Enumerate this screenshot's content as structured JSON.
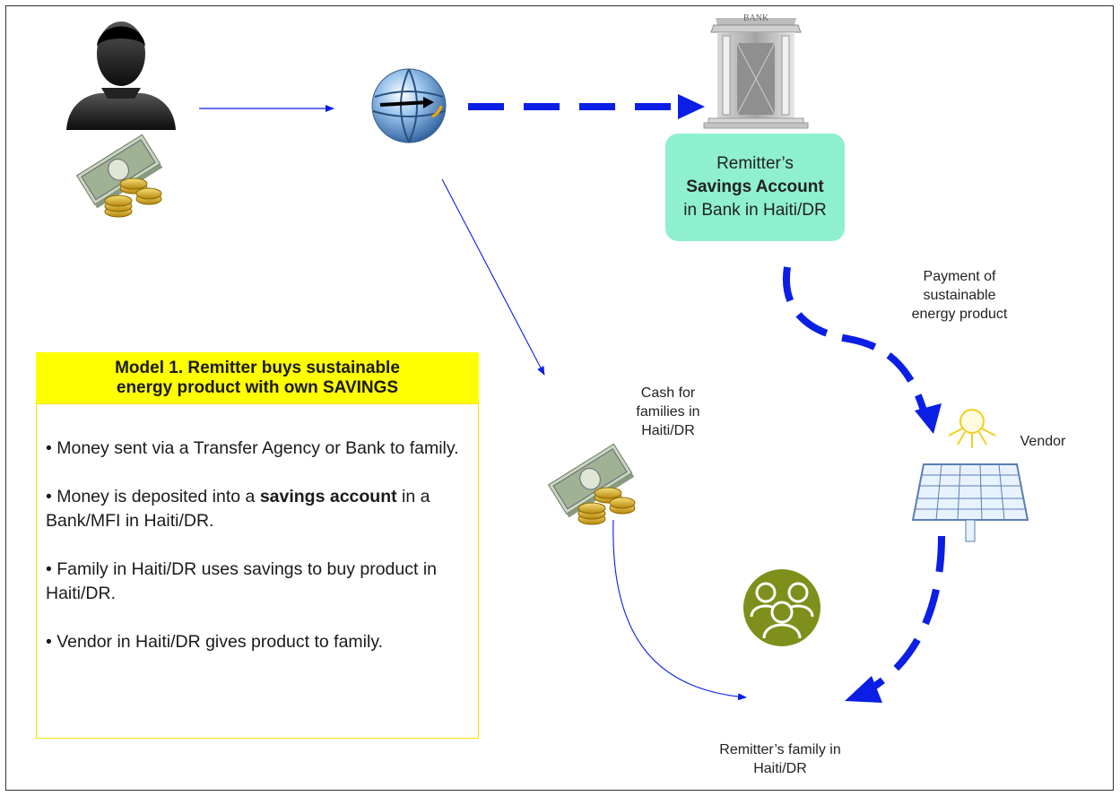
{
  "colors": {
    "flow_blue": "#0a1ee6",
    "savings_box": "#8ff0cf",
    "model_title_bg": "#ffff00",
    "family_icon": "#7f8f1c"
  },
  "icons": {
    "remitter": "person-silhouette-icon",
    "money": "money-stack-icon",
    "globe": "globe-transfer-icon",
    "bank": "bank-building-icon",
    "cash": "money-stack-icon",
    "solar": "solar-panel-icon",
    "family": "family-icon"
  },
  "bank_sign": "BANK",
  "savings": {
    "line1": "Remitter’s",
    "line2": "Savings Account",
    "line3": "in Bank in Haiti/DR"
  },
  "payment_label": [
    "Payment of",
    "sustainable",
    "energy product"
  ],
  "cash_label": [
    "Cash for",
    "families  in",
    "Haiti/DR"
  ],
  "vendor_label": "Vendor",
  "family_label": [
    "Remitter’s family in",
    "Haiti/DR"
  ],
  "model": {
    "title_line1": "Model 1.  Remitter buys sustainable",
    "title_line2": "energy product with own SAVINGS",
    "bullets": [
      {
        "pre": "•  Money sent via a Transfer Agency or Bank to family.",
        "bold": "",
        "post": ""
      },
      {
        "pre": "•  Money is deposited  into a ",
        "bold": "savings account",
        "post": " in a Bank/MFI in Haiti/DR."
      },
      {
        "pre": "•  Family in Haiti/DR uses savings to buy product in Haiti/DR.",
        "bold": "",
        "post": ""
      },
      {
        "pre": "• Vendor in Haiti/DR gives product to family.",
        "bold": "",
        "post": ""
      }
    ]
  }
}
